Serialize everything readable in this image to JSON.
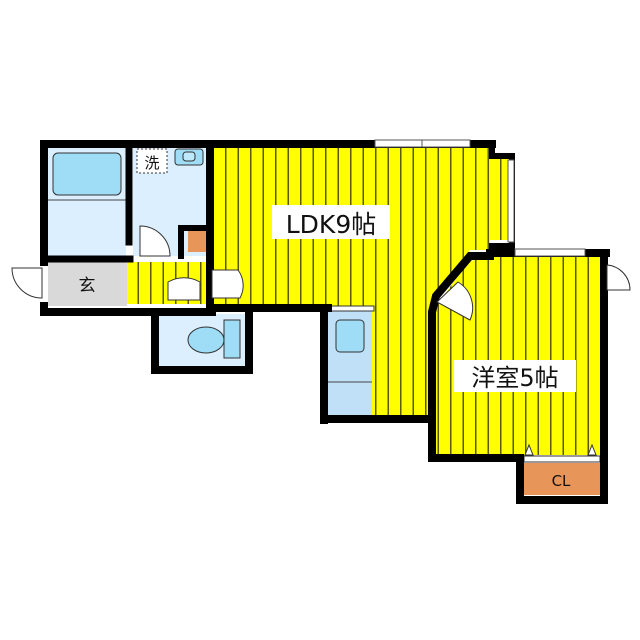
{
  "floor_plan": {
    "rooms": [
      {
        "id": "ldk",
        "label": "LDK9帖",
        "type": "living-dining-kitchen",
        "size_jo": 9
      },
      {
        "id": "western",
        "label": "洋室5帖",
        "type": "western-room",
        "size_jo": 5
      },
      {
        "id": "entrance",
        "label": "玄",
        "type": "entrance"
      },
      {
        "id": "closet",
        "label": "CL",
        "type": "closet"
      },
      {
        "id": "washer",
        "label": "洗",
        "type": "washing-machine-space"
      },
      {
        "id": "bath",
        "label": "",
        "type": "bathroom"
      },
      {
        "id": "toilet",
        "label": "",
        "type": "toilet"
      },
      {
        "id": "kitchen",
        "label": "",
        "type": "kitchen-counter"
      }
    ],
    "colors": {
      "floor_yellow": "#ffff00",
      "stripe": "#6b6b00",
      "wall": "#000000",
      "wet_area": "#dcefff",
      "fixture": "#9fdcf5",
      "entrance_gray": "#d9d9d9",
      "accent_orange": "#e8955a",
      "label_bg": "#ffffff"
    }
  }
}
